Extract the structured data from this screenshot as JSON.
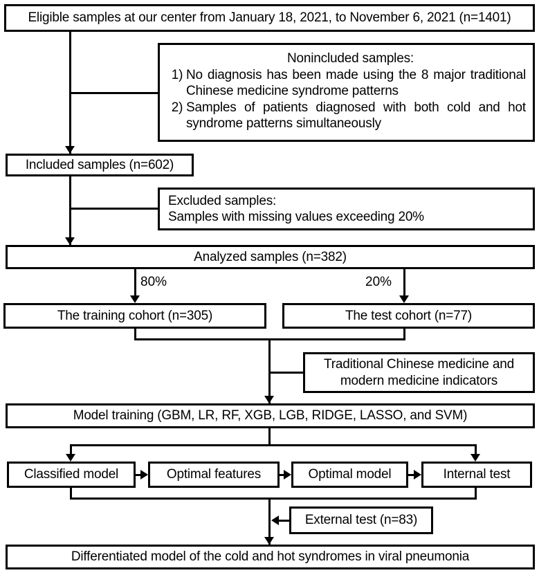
{
  "diagram": {
    "title": "Study flow diagram for cold and hot syndrome differentiation model",
    "type": "flowchart"
  },
  "nodes": {
    "eligible": "Eligible samples at our center from January 18, 2021, to November 6, 2021 (n=1401)",
    "noninculded": {
      "header": "Nonincluded samples:",
      "items": [
        {
          "num": "1)",
          "text": "No diagnosis has been made using the 8 major traditional Chinese medicine syndrome patterns"
        },
        {
          "num": "2)",
          "text": "Samples of patients diagnosed  with both cold and hot syndrome patterns simultaneously"
        }
      ]
    },
    "included": "Included samples (n=602)",
    "excluded": {
      "line1": "Excluded samples:",
      "line2": "Samples with missing values exceeding 20%"
    },
    "analyzed": "Analyzed samples (n=382)",
    "training_cohort": "The training cohort (n=305)",
    "test_cohort": "The test cohort (n=77)",
    "indicators": {
      "line1": "Traditional Chinese medicine and",
      "line2": "modern medicine indicators"
    },
    "model_training": "Model training (GBM, LR, RF, XGB, LGB, RIDGE, LASSO, and SVM)",
    "classified_model": "Classified model",
    "optimal_features": "Optimal features",
    "optimal_model": "Optimal model",
    "internal_test": "Internal test",
    "external_test": "External test (n=83)",
    "final": "Differentiated model of the cold and hot syndromes in viral pneumonia"
  },
  "edge_labels": {
    "split_train": "80%",
    "split_test": "20%"
  },
  "colors": {
    "stroke": "#000000",
    "fill": "#ffffff",
    "text": "#000000"
  }
}
